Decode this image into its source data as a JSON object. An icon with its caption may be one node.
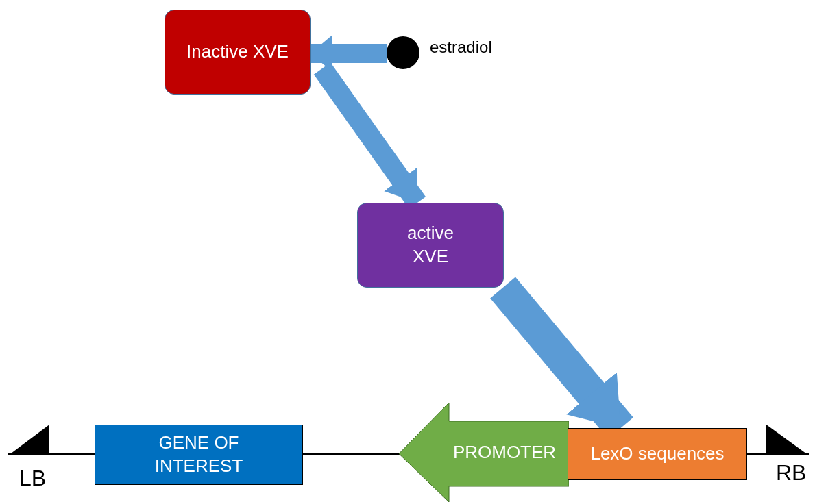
{
  "diagram": {
    "nodes": [
      {
        "text": [
          "Inactive XVE"
        ]
      },
      {
        "text": [],
        "shape": "circle",
        "beside": [
          "estradiol"
        ]
      },
      {
        "text": [
          "active XVE"
        ]
      },
      {
        "text": [
          "GENE OF INTEREST"
        ]
      },
      {
        "text": [
          "PROMOTER"
        ]
      },
      {
        "text": [
          "LexO sequences"
        ]
      }
    ],
    "edges": [
      {
        "from": 1,
        "to": 0,
        "arrow": "to"
      },
      {
        "from": 0,
        "to": 2,
        "arrow": "to"
      },
      {
        "from": 2,
        "to": 5,
        "arrow": "to"
      }
    ],
    "labels": [
      "LB",
      "RB"
    ]
  }
}
